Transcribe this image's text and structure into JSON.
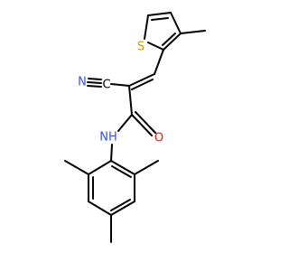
{
  "molecule": {
    "colors": {
      "bond": "#000000",
      "carbon": "#000000",
      "nitrogen": "#3050f8",
      "oxygen": "#ff0d0d",
      "sulfur": "#c8a200"
    },
    "atoms": {
      "sulfur": "S",
      "nitrile_carbon": "C",
      "nitrile_nitrogen": "N",
      "amide_nh": "NH",
      "carbonyl_oxygen": "O"
    }
  }
}
